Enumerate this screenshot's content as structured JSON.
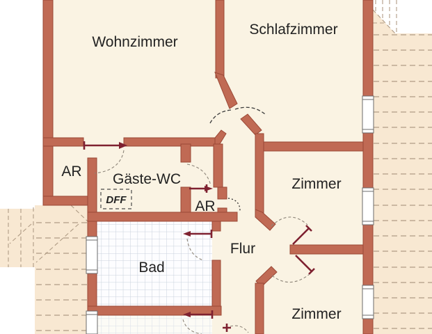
{
  "plan": {
    "type": "floorplan",
    "rooms": {
      "wohnzimmer": "Wohnzimmer",
      "schlafzimmer": "Schlafzimmer",
      "ar_left": "AR",
      "gaeste_wc": "Gäste-WC",
      "dff": "DFF",
      "ar_right": "AR",
      "bad": "Bad",
      "flur": "Flur",
      "zimmer_mid": "Zimmer",
      "zimmer_bottom": "Zimmer"
    }
  },
  "colors": {
    "wall": "#c06a54",
    "wall_outline": "#9a4836",
    "door": "#7e2130",
    "interior": "#faf3e3",
    "exterior": "#f8e8d2",
    "hatch_line": "#b09c85",
    "tile_line": "#c9d1dc",
    "tile_line_light": "#dadfe8",
    "tile_bg": "#fdfdff",
    "tile_bg_light": "#fcfbf6",
    "arc": "#8d8579",
    "window": "#ffffff",
    "text": "#222222"
  }
}
